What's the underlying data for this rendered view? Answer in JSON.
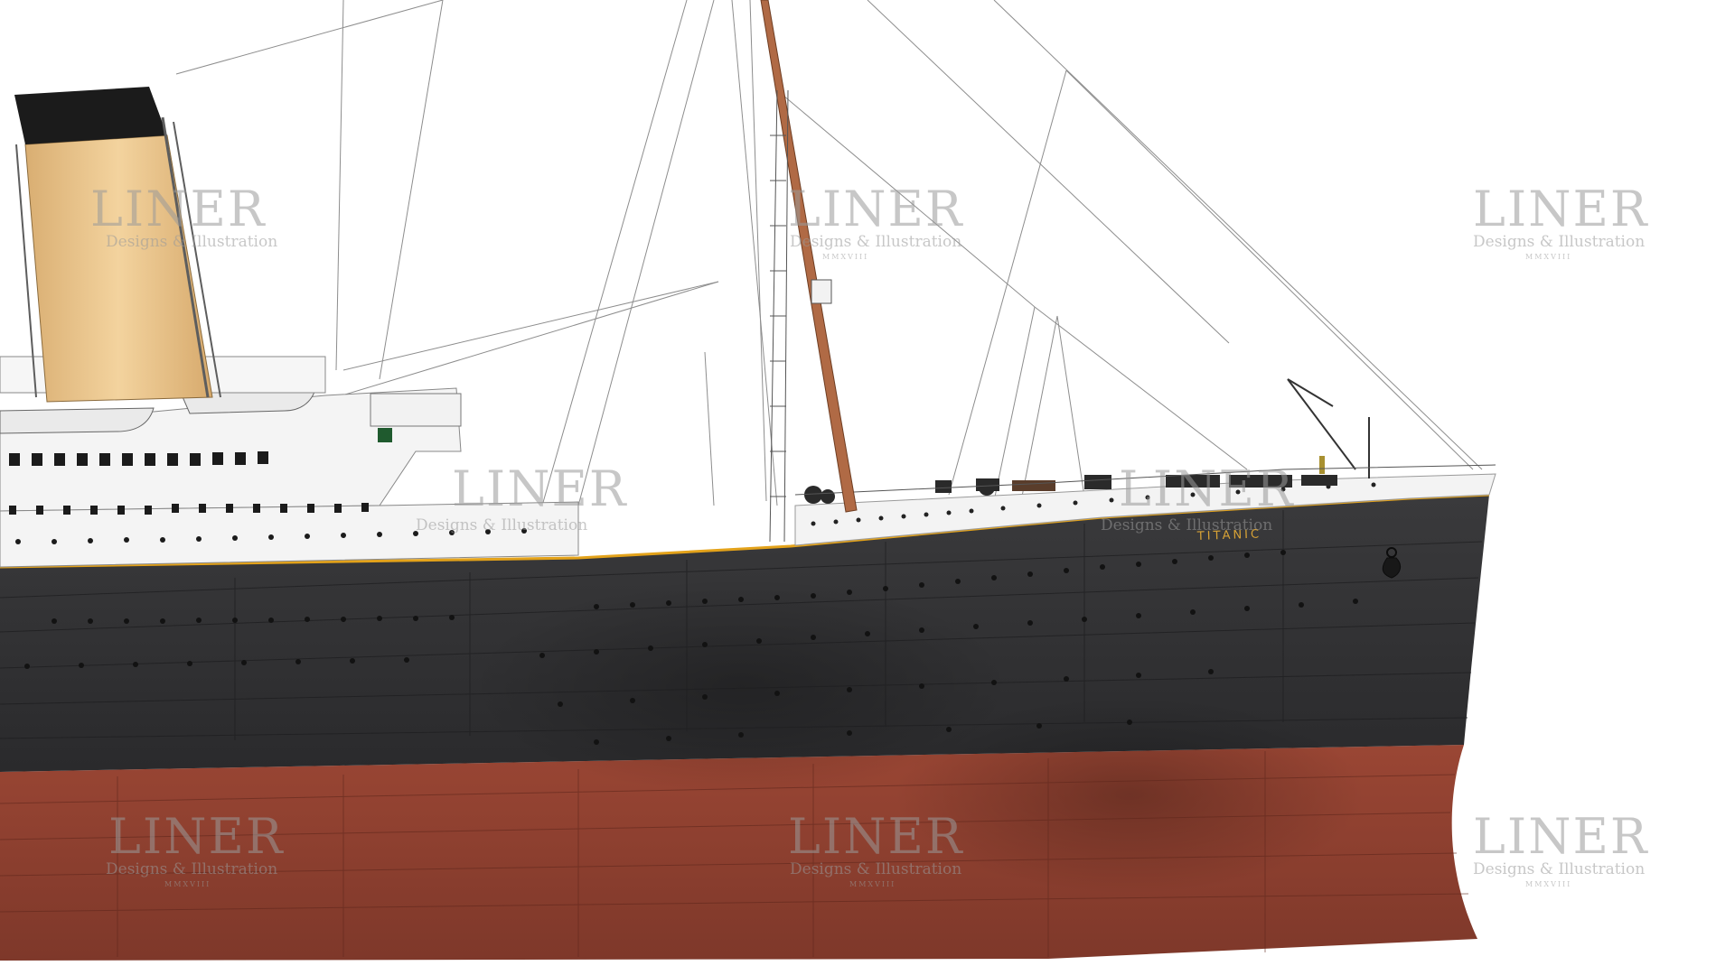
{
  "ship": {
    "hull_name": "TITANIC",
    "colors": {
      "hull_black": "#2f2f31",
      "antifouling_red": "#8c3f30",
      "gold_band": "#e3a21a",
      "funnel_buff": "#e9c48e",
      "funnel_top": "#1b1b1b",
      "mast": "#b06a45",
      "superstructure": "#f4f4f4"
    }
  },
  "watermark": {
    "title": "LINER",
    "subtitle": "Designs & Illustration",
    "year": "MMXVIII"
  }
}
